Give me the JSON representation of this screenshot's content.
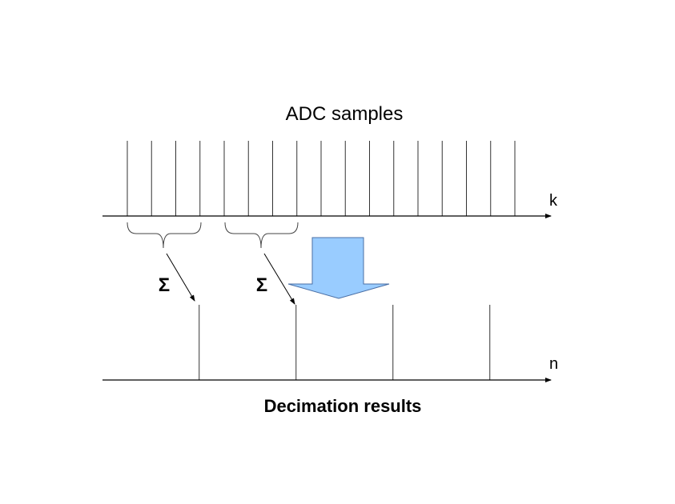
{
  "title_top": "ADC samples",
  "title_bottom": "Decimation results",
  "axis_top_label": "k",
  "axis_bottom_label": "n",
  "sum_symbol": "Σ",
  "sample_count": 17,
  "decimation_factor": 4,
  "result_count": 4,
  "colors": {
    "arrow_fill": "#99ccff",
    "arrow_stroke": "#4a6fa5",
    "line": "#333333"
  }
}
